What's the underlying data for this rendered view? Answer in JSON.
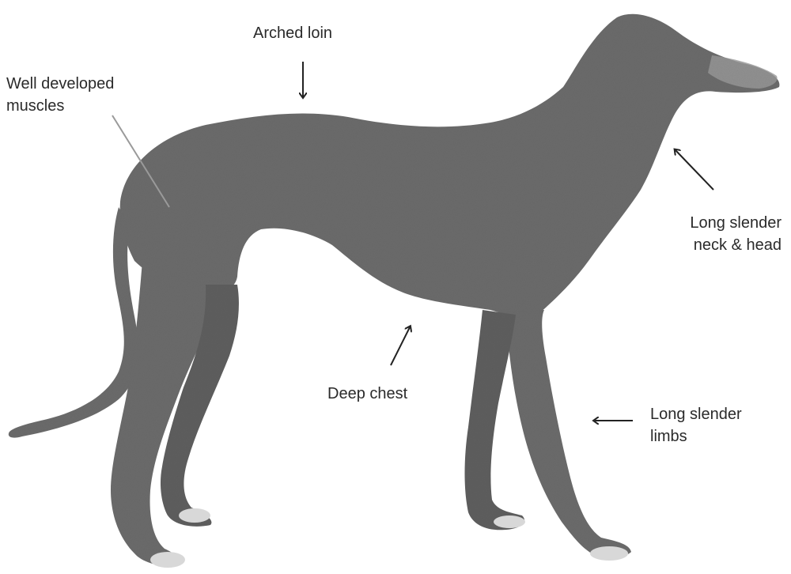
{
  "labels": {
    "arched_loin": "Arched loin",
    "muscles": "Well developed\nmuscles",
    "neck_head": "Long slender\nneck & head",
    "deep_chest": "Deep chest",
    "limbs": "Long slender\nlimbs"
  },
  "colors": {
    "dog_body": "#6b6b6b",
    "dog_shadow": "#5a5a5a",
    "dog_highlight": "#9a9a9a",
    "paws": "#d8d8d8",
    "text": "#2a2a2a",
    "arrow": "#222222",
    "pointer_line": "#9a9a9a"
  }
}
